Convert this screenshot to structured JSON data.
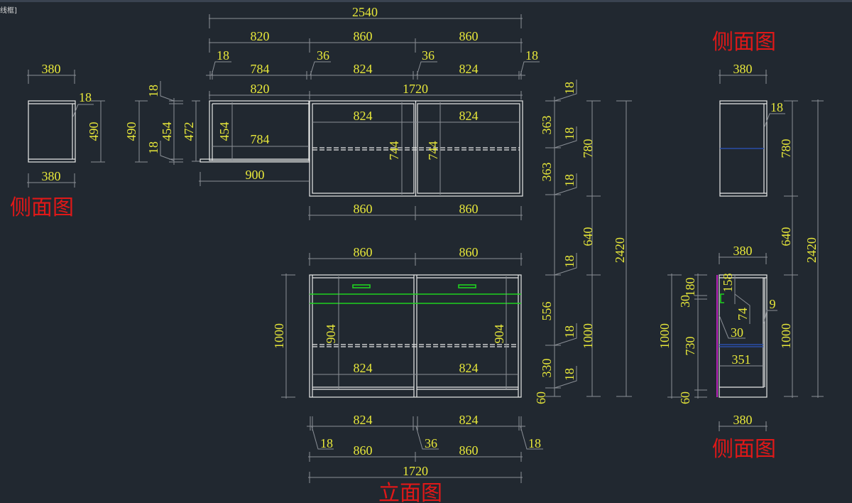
{
  "viewport_label": "线框]",
  "titles": {
    "left_side": "侧面图",
    "right_top_side": "侧面图",
    "right_bottom_side": "侧面图",
    "elevation": "立面图"
  },
  "left_side_view": {
    "top_width": "380",
    "bottom_width": "380",
    "board": "18",
    "height": "490"
  },
  "left_section": {
    "outer_height": "490",
    "top_board": "18",
    "bottom_board": "18",
    "inner_height": "454",
    "total_height": "472"
  },
  "upper_cabinet": {
    "overall_width": "2540",
    "segment_widths": [
      "820",
      "860",
      "860"
    ],
    "board_gaps": [
      "18",
      "36",
      "36",
      "18"
    ],
    "inner_widths": [
      "784",
      "824",
      "824"
    ],
    "group_widths": [
      "820",
      "1720"
    ],
    "shelf_inner_widths": [
      "824",
      "824"
    ],
    "left_inner_width": "784",
    "left_inner_height": "454",
    "door_heights": [
      "744",
      "744"
    ],
    "base_width": "900",
    "bottom_widths": [
      "860",
      "860"
    ]
  },
  "right_dims": {
    "upper_gaps": [
      "18",
      "18",
      "18"
    ],
    "upper_inner": [
      "363",
      "363"
    ],
    "upper_height": "780",
    "gap_height": "640",
    "total_height": "2420",
    "lower_gaps": [
      "18",
      "18",
      "18"
    ],
    "lower_inner": [
      "556",
      "330"
    ],
    "plinth": "60",
    "lower_height": "1000"
  },
  "lower_cabinet": {
    "top_widths": [
      "860",
      "860"
    ],
    "height": "1000",
    "inner_heights": [
      "904",
      "904"
    ],
    "shelf_widths": [
      "824",
      "824"
    ],
    "bottom_inner_widths": [
      "824",
      "824"
    ],
    "board_gaps": [
      "18",
      "36",
      "18"
    ],
    "bottom_widths": [
      "860",
      "860"
    ],
    "overall_width": "1720"
  },
  "right_upper_side": {
    "width": "380",
    "board": "18",
    "height": "780"
  },
  "right_lower_side": {
    "width": "380",
    "top_section": "180",
    "handle_gap": "30",
    "middle": "730",
    "plinth": "60",
    "height": "1000",
    "handle_offset": "158",
    "handle_depth": "74",
    "door_thickness": "30",
    "back_gap": "9",
    "shelf_depth": "351",
    "right_height": "1000",
    "bottom_width": "380"
  },
  "colors": {
    "background": "#212830",
    "line": "#e8e8e8",
    "dimension_text": "#e8e83a",
    "title": "#e01818",
    "handle": "#1fd11f",
    "shelf_line": "#2b4ea8",
    "door_edge": "#e020e0"
  }
}
